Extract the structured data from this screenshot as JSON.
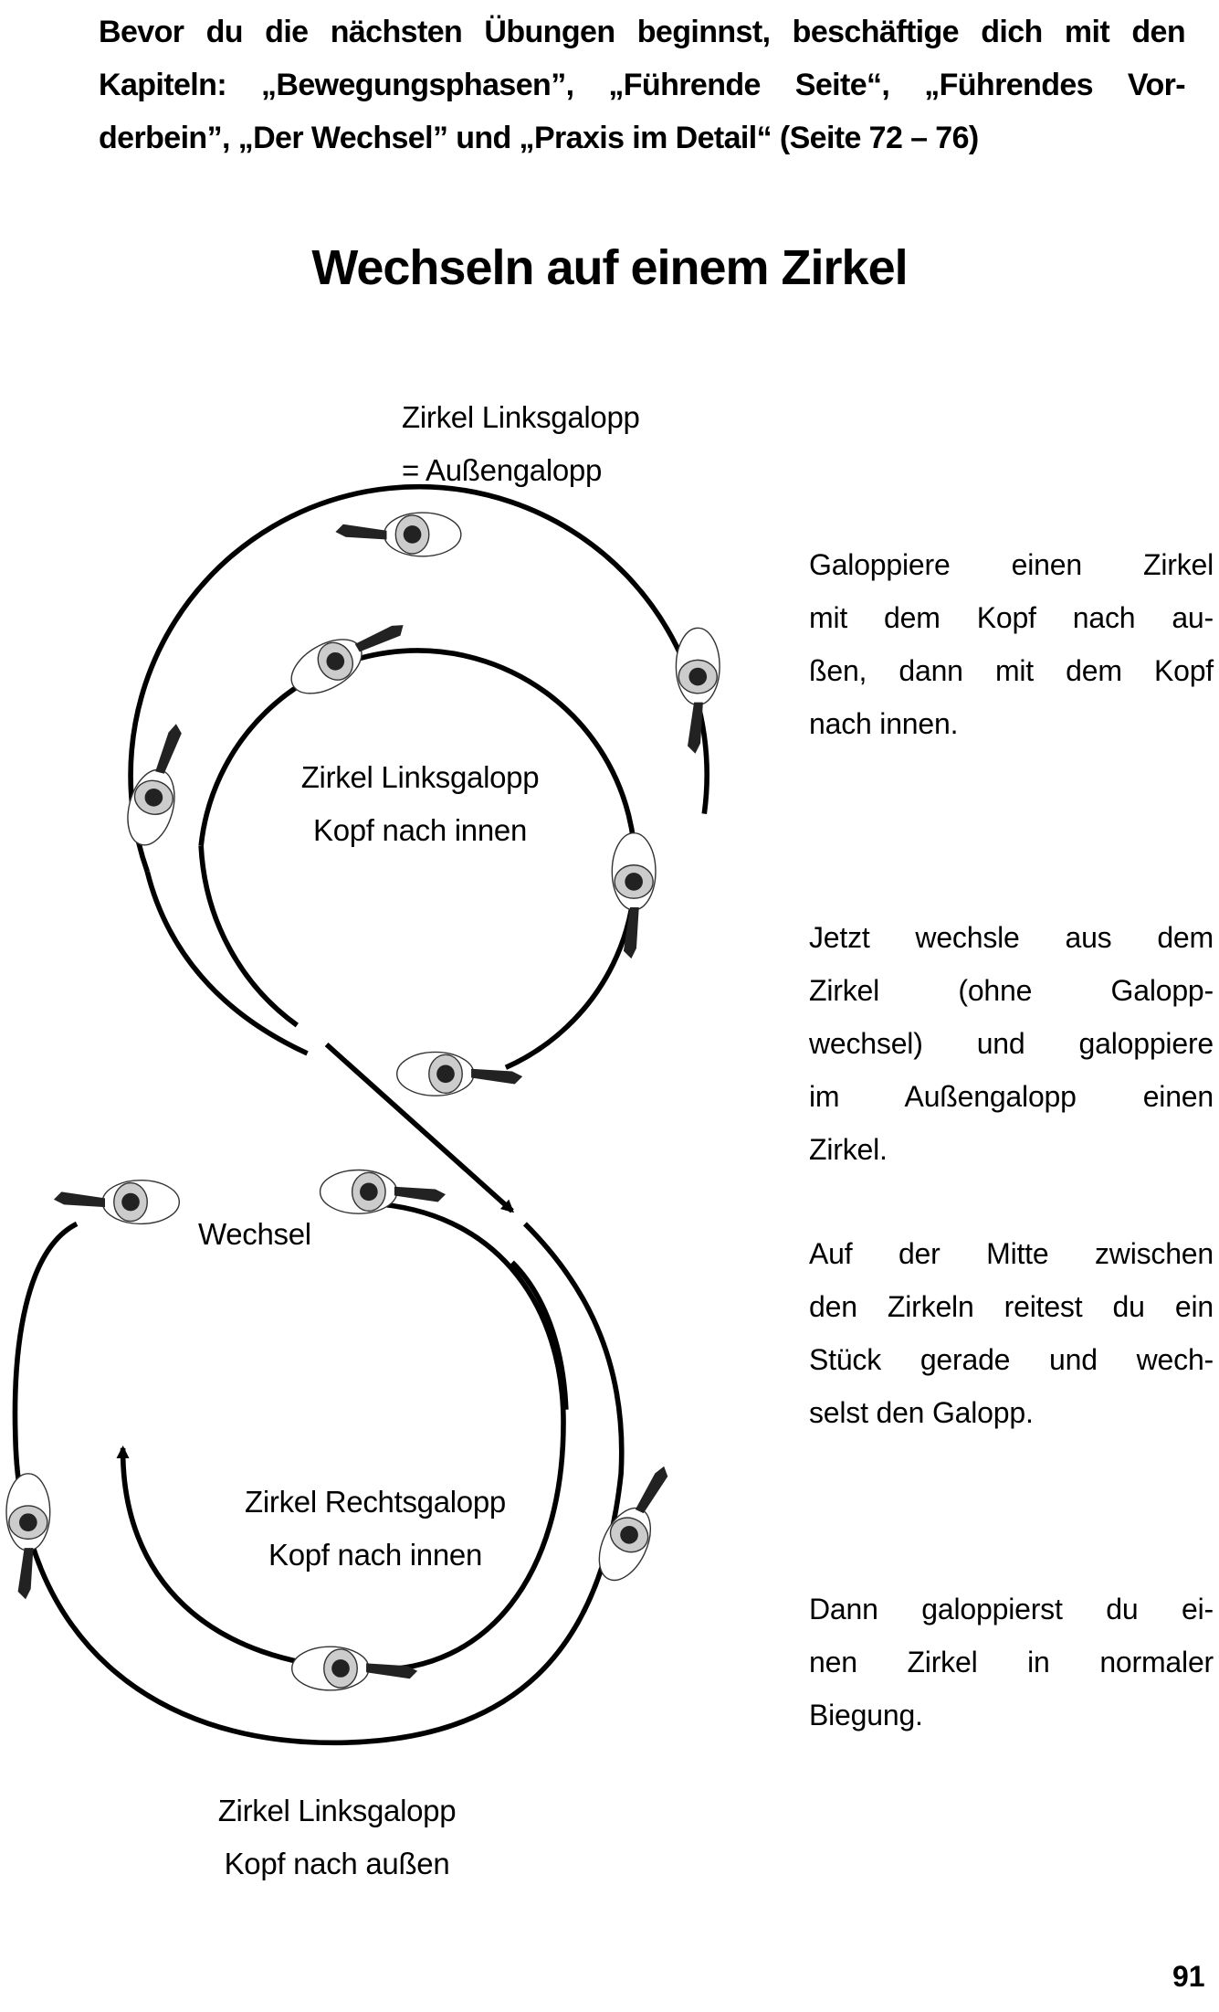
{
  "intro": {
    "lines": [
      "Bevor du die nächsten Übungen beginnst, beschäftige dich mit den",
      "Kapiteln:  „Bewegungsphasen”, „Führende Seite“, „Führendes  Vor-",
      "derbein”, „Der Wechsel” und „Praxis im Detail“  (Seite 72 –  76)"
    ]
  },
  "heading": "Wechseln auf einem Zirkel",
  "diagram": {
    "top_label": [
      "Zirkel Linksgalopp",
      "= Außengalopp"
    ],
    "upper_inner_label": [
      "Zirkel Linksgalopp",
      "Kopf nach innen"
    ],
    "change_label": "Wechsel",
    "lower_inner_label": [
      "Zirkel Rechtsgalopp",
      "Kopf nach innen"
    ],
    "lower_outer_label": [
      "Zirkel Linksgalopp",
      "Kopf nach außen"
    ]
  },
  "instructions": [
    {
      "lines": [
        "Galoppiere einen Zirkel",
        "mit dem Kopf nach au-",
        "ßen, dann mit dem Kopf",
        "nach innen."
      ]
    },
    {
      "lines": [
        "Jetzt wechsle aus dem",
        "Zirkel (ohne Galopp-",
        "wechsel) und galoppiere",
        "im Außengalopp einen",
        "Zirkel."
      ]
    },
    {
      "lines": [
        "Auf der Mitte zwischen",
        "den Zirkeln reitest du ein",
        "Stück gerade und wech-",
        "selst den Galopp."
      ]
    },
    {
      "lines": [
        "Dann galoppierst du ei-",
        "nen Zirkel in normaler",
        "Biegung."
      ]
    }
  ],
  "page_number": "91"
}
